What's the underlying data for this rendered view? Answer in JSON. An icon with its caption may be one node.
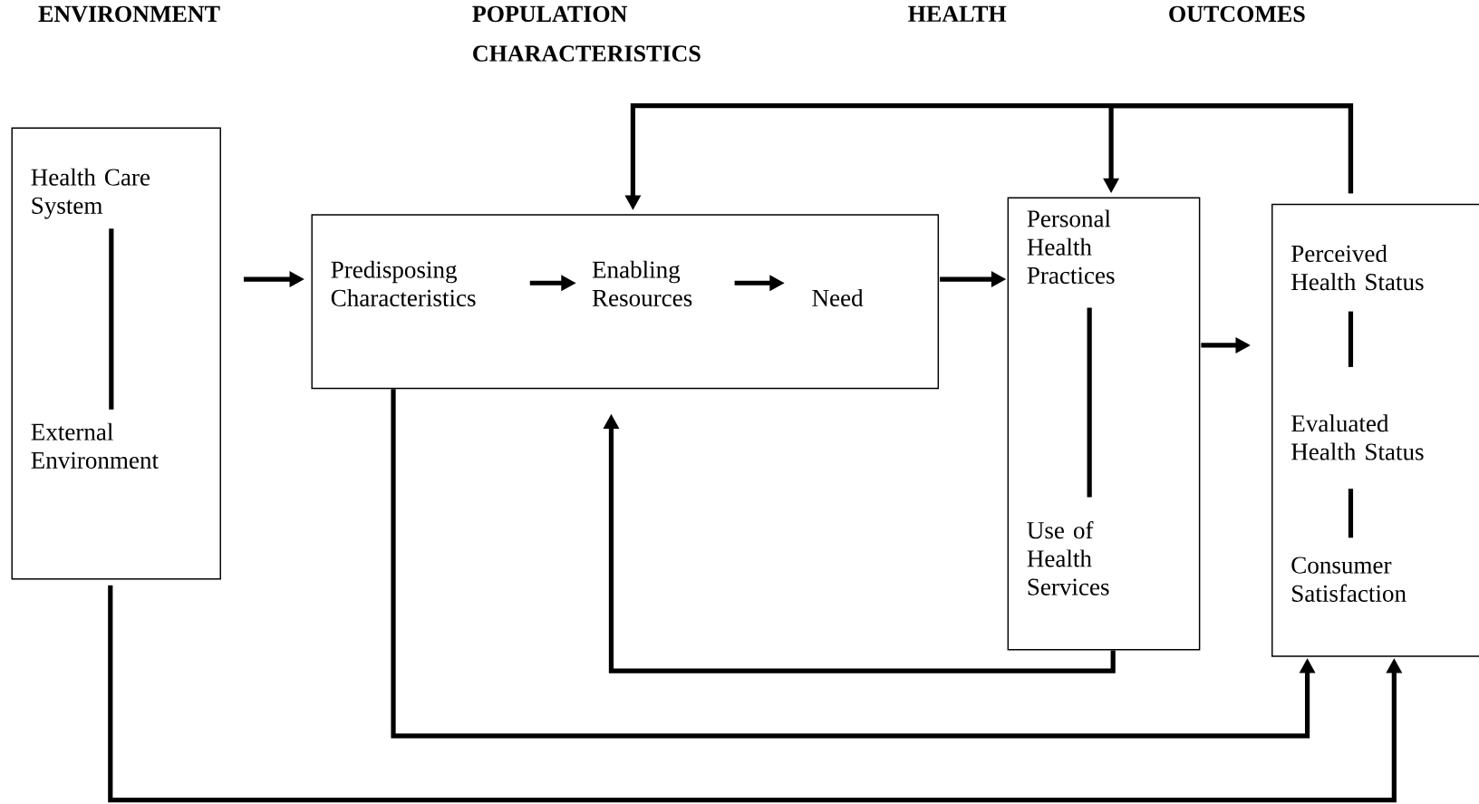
{
  "diagram": {
    "nodes": [
      {
        "text": [],
        "shape": "box"
      },
      {
        "text": [
          "Health Care System"
        ],
        "in": 0
      },
      {
        "text": [
          "External Environment"
        ],
        "in": 0
      },
      {
        "text": [],
        "shape": "box"
      },
      {
        "text": [
          "Predisposing Characteristics"
        ],
        "in": 3
      },
      {
        "text": [
          "Enabling Resources"
        ],
        "in": 3
      },
      {
        "text": [
          "Need"
        ],
        "in": 3
      },
      {
        "text": [],
        "shape": "box"
      },
      {
        "text": [
          "Personal Health Practices"
        ],
        "in": 7
      },
      {
        "text": [
          "Use of Health Services"
        ],
        "in": 7
      },
      {
        "text": [],
        "shape": "box"
      },
      {
        "text": [
          "Perceived Health Status"
        ],
        "in": 10
      },
      {
        "text": [
          "Evaluated Health Status"
        ],
        "in": 10
      },
      {
        "text": [
          "Consumer Satisfaction"
        ],
        "in": 10
      }
    ],
    "edges": [
      {
        "from": 1,
        "to": 2,
        "arrow": "none"
      },
      {
        "from": 4,
        "to": 5,
        "arrow": "to"
      },
      {
        "from": 5,
        "to": 6,
        "arrow": "to"
      },
      {
        "from": 8,
        "to": 9,
        "arrow": "none"
      },
      {
        "from": 11,
        "to": 12,
        "arrow": "none"
      },
      {
        "from": 12,
        "to": 13,
        "arrow": "none"
      },
      {
        "from": 0,
        "to": 3,
        "arrow": "to"
      },
      {
        "from": 3,
        "to": 7,
        "arrow": "to"
      },
      {
        "from": 7,
        "to": 10,
        "arrow": "to"
      },
      {
        "from": 10,
        "to": 3,
        "arrow": "to"
      },
      {
        "from": 10,
        "to": 7,
        "arrow": "to"
      },
      {
        "from": 7,
        "to": 3,
        "arrow": "to"
      },
      {
        "from": 3,
        "to": 10,
        "arrow": "to"
      },
      {
        "from": 0,
        "to": 10,
        "arrow": "to"
      }
    ],
    "labels": [
      "ENVIRONMENT",
      "POPULATION CHARACTERISTICS",
      "HEALTH",
      "OUTCOMES"
    ]
  }
}
